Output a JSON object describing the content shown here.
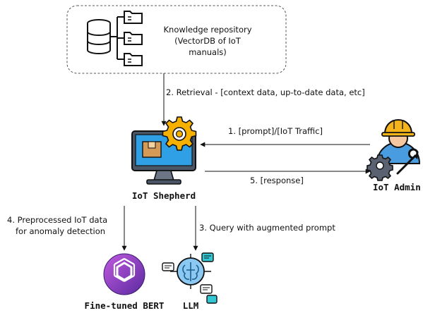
{
  "repository": {
    "line1": "Knowledge repository",
    "line2": "(VectorDB of IoT",
    "line3": "manuals)"
  },
  "edges": {
    "retrieval": "2. Retrieval - [context data, up-to-date data, etc]",
    "prompt": "1. [prompt]/[IoT Traffic]",
    "response": "5. [response]",
    "query": "3. Query with augmented prompt",
    "preprocessed_line1": "4. Preprocessed IoT data",
    "preprocessed_line2": "for anomaly detection"
  },
  "nodes": {
    "shepherd": "IoT Shepherd",
    "admin": "IoT Admin",
    "bert": "Fine-tuned BERT",
    "llm": "LLM"
  },
  "colors": {
    "gear": "#F5B000",
    "monitor_screen": "#2F9FE6",
    "monitor_frame": "#4A5566",
    "openai_purple": "#6A2FB0",
    "brain_blue": "#8BC9F2",
    "chat_teal": "#33C7D4",
    "admin_helmet": "#F6B41B",
    "admin_body": "#4A9CE0"
  }
}
